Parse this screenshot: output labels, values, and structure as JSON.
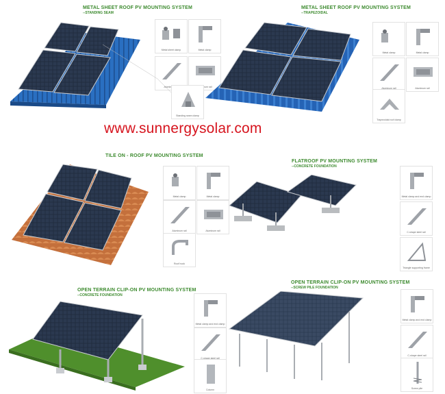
{
  "watermark": "www.sunnergysolar.com",
  "colors": {
    "title_green": "#3c8a2e",
    "watermark_red": "#d6141e",
    "panel_dark": "#1f2a3c",
    "roof_blue": "#2a6fc1",
    "roof_tile": "#c4703c",
    "grass": "#4f8f2c",
    "aluminum": "#a9adb2"
  },
  "systems": [
    {
      "title": "METAL SHEET ROOF PV MOUNTING SYSTEM",
      "subtitle": "--STANDING SEAM",
      "parts": [
        "Metal sheet clamp",
        "Metal clamp",
        "Aluminum rail",
        "Aluminum rail",
        "Standing seam clamp"
      ]
    },
    {
      "title": "METAL SHEET ROOF PV MOUNTING SYSTEM",
      "subtitle": "--TRAPEZOIDAL",
      "parts": [
        "Metal clamp",
        "Metal clamp",
        "Aluminum rail",
        "Aluminum rail",
        "Trapezoidal roof clamp"
      ]
    },
    {
      "title": "TILE ON - ROOF PV MOUNTING SYSTEM",
      "subtitle": "",
      "parts": [
        "Metal clamp",
        "Metal clamp",
        "Aluminum rail",
        "Aluminum rail",
        "Roof hook"
      ]
    },
    {
      "title": "FLATROOF PV MOUNTING SYSTEM",
      "subtitle": "--CONCRETE FOUNDATION",
      "parts": [
        "Metal clamp and end clamp",
        "C-shape steel rail",
        "Triangle supporting frame"
      ]
    },
    {
      "title": "OPEN TERRAIN CLIP-ON PV MOUNTING SYSTEM",
      "subtitle": "--CONCRETE FOUNDATION",
      "parts": [
        "Metal clamp and end clamp",
        "C-shape steel rail",
        "Column"
      ]
    },
    {
      "title": "OPEN TERRAIN CLIP-ON PV MOUNTING SYSTEM",
      "subtitle": "--SCREW PILE FOUNDATION",
      "parts": [
        "Metal clamp and end clamp",
        "C-shape steel rail",
        "Screw pile"
      ]
    }
  ]
}
